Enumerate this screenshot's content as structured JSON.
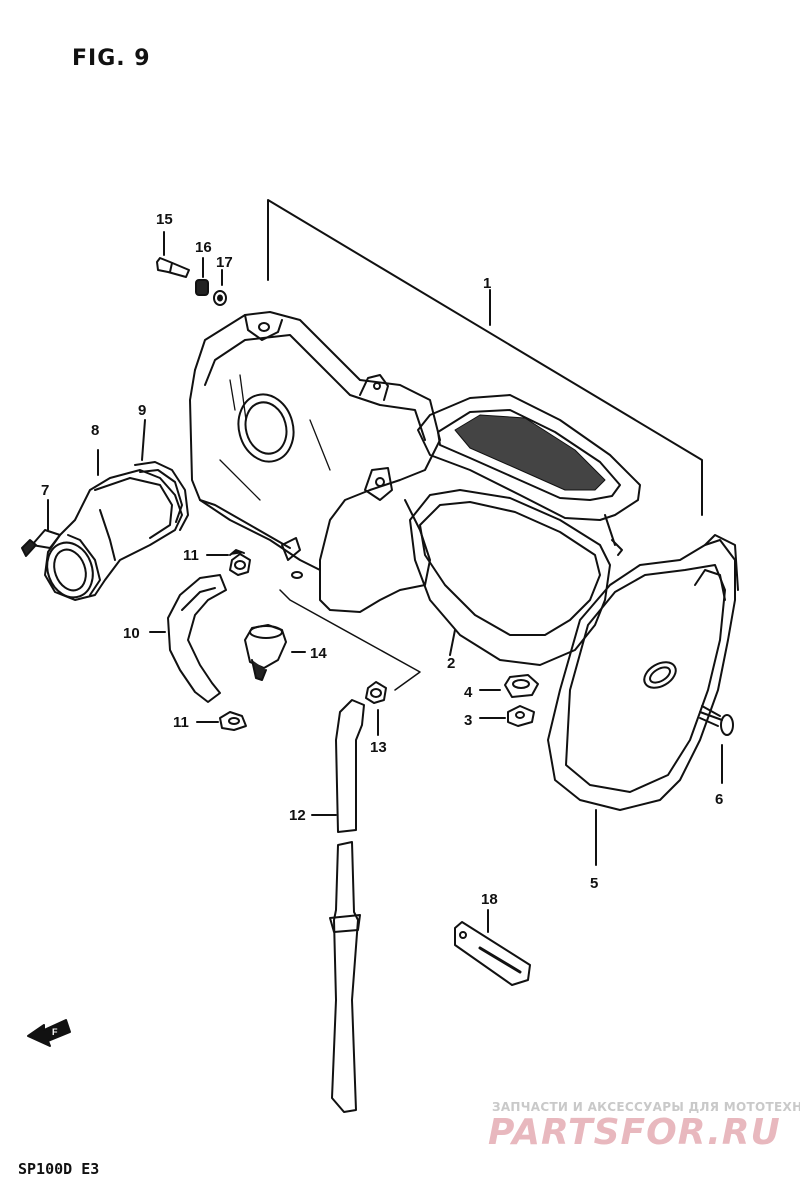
{
  "figure_label": "FIG. 9",
  "model_label": "SP100D E3",
  "watermark": {
    "top_text": "ЗАПЧАСТИ И АКСЕССУАРЫ ДЛЯ МОТОТЕХНИКИ",
    "logo_text": "PARTSFOR.RU"
  },
  "direction_arrow_text": "F",
  "parts": [
    {
      "num": "1"
    },
    {
      "num": "2"
    },
    {
      "num": "3"
    },
    {
      "num": "4"
    },
    {
      "num": "5"
    },
    {
      "num": "6"
    },
    {
      "num": "7"
    },
    {
      "num": "8"
    },
    {
      "num": "9"
    },
    {
      "num": "10"
    },
    {
      "num": "11"
    },
    {
      "num": "11"
    },
    {
      "num": "12"
    },
    {
      "num": "13"
    },
    {
      "num": "14"
    },
    {
      "num": "15"
    },
    {
      "num": "16"
    },
    {
      "num": "17"
    },
    {
      "num": "18"
    }
  ]
}
